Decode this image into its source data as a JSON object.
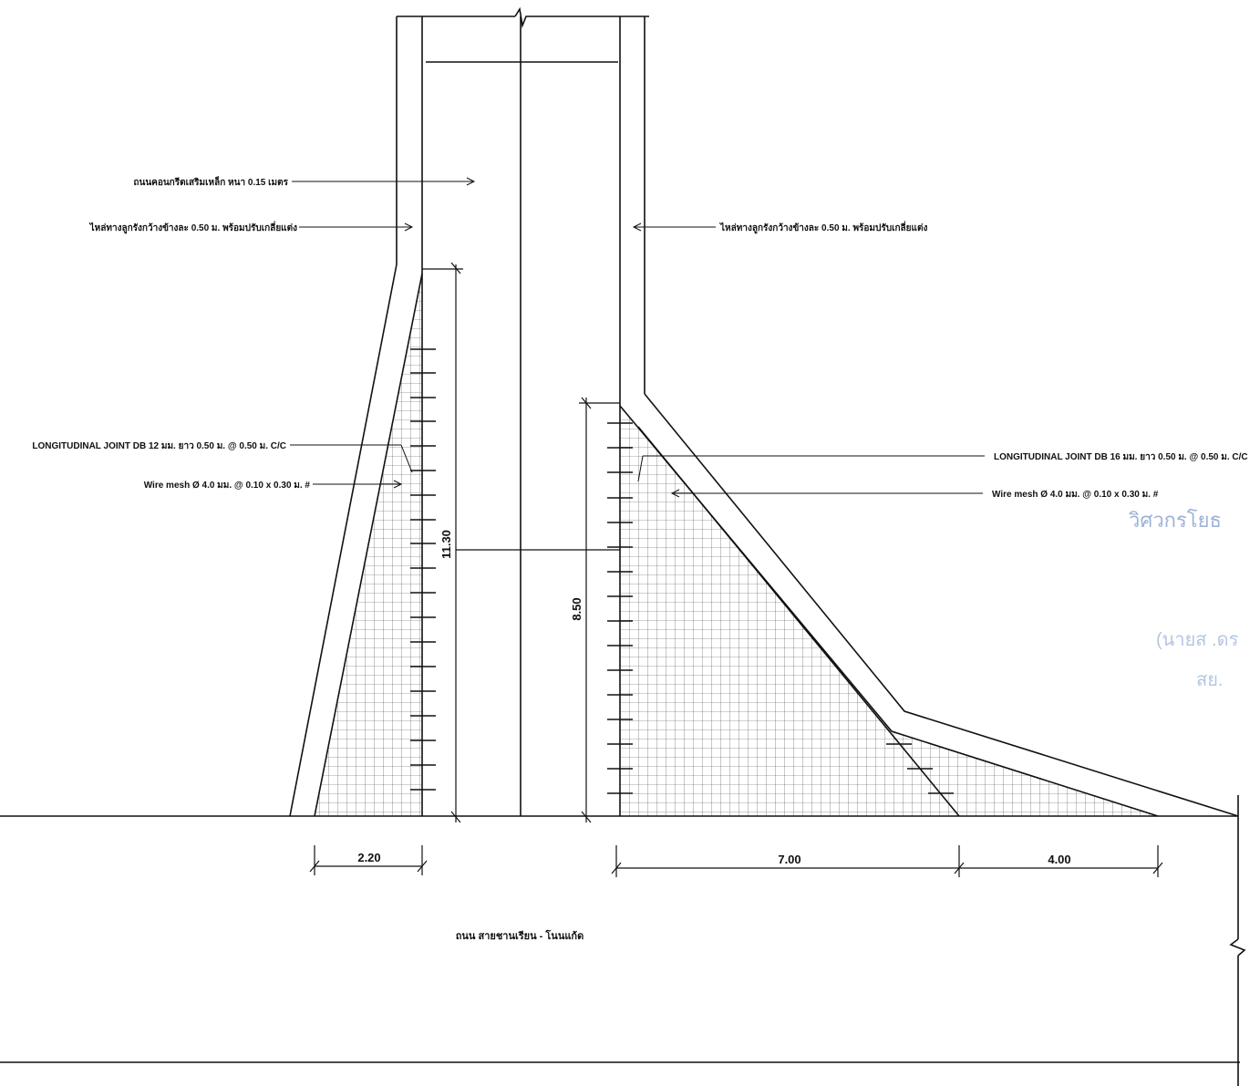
{
  "annotations": {
    "main_road": "ถนนคอนกรีตเสริมเหล็ก หนา 0.15 เมตร",
    "shoulder_left": "ไหล่ทางลูกรังกว้างข้างละ 0.50 ม. พร้อมปรับเกลี่ยแต่ง",
    "shoulder_right": "ไหล่ทางลูกรังกว้างข้างละ 0.50 ม. พร้อมปรับเกลี่ยแต่ง",
    "joint_left": "LONGITUDINAL JOINT DB 12 มม. ยาว 0.50 ม. @ 0.50 ม. C/C",
    "mesh_left": "Wire mesh Ø 4.0 มม. @ 0.10 x 0.30 ม. #",
    "joint_right": "LONGITUDINAL JOINT DB 16 มม. ยาว 0.50 ม. @ 0.50 ม. C/C",
    "mesh_right": "Wire mesh Ø 4.0 มม. @ 0.10 x 0.30 ม. #"
  },
  "dimensions": {
    "left_height": "11.30",
    "right_height": "8.50",
    "left_base": "2.20",
    "right_base_1": "7.00",
    "right_base_2": "4.00"
  },
  "road_name": "ถนน สายชานเรียน - โนนแก้ด",
  "stamp": {
    "line1": "วิศวกรโยธ",
    "line2": "(นายส   .ดร",
    "line3": "สย."
  }
}
